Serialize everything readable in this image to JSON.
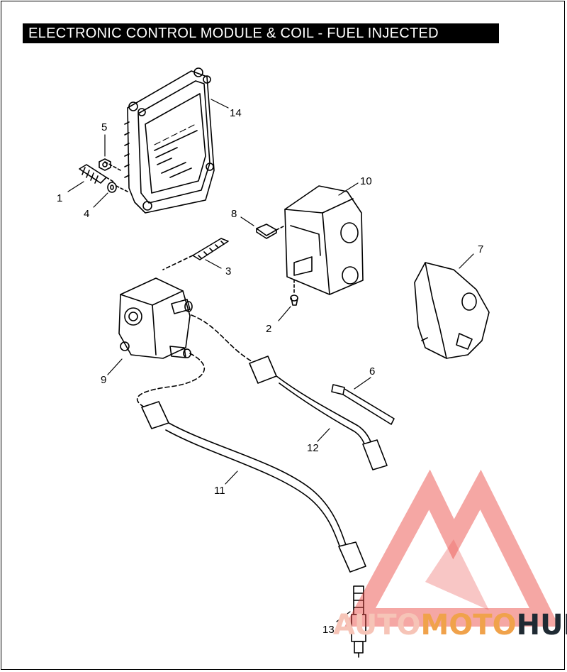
{
  "title": "ELECTRONIC CONTROL MODULE & COIL - FUEL INJECTED",
  "callouts": [
    "1",
    "2",
    "3",
    "4",
    "5",
    "6",
    "7",
    "8",
    "9",
    "10",
    "11",
    "12",
    "13",
    "14"
  ],
  "watermark": {
    "part1": "AUTO",
    "part2": "MOTO",
    "part3": "HUB",
    "color_light": "#f6c4b7",
    "color_accent": "#f0a24b",
    "color_dark": "#1f2a33",
    "logo_color": "#e9413d"
  }
}
